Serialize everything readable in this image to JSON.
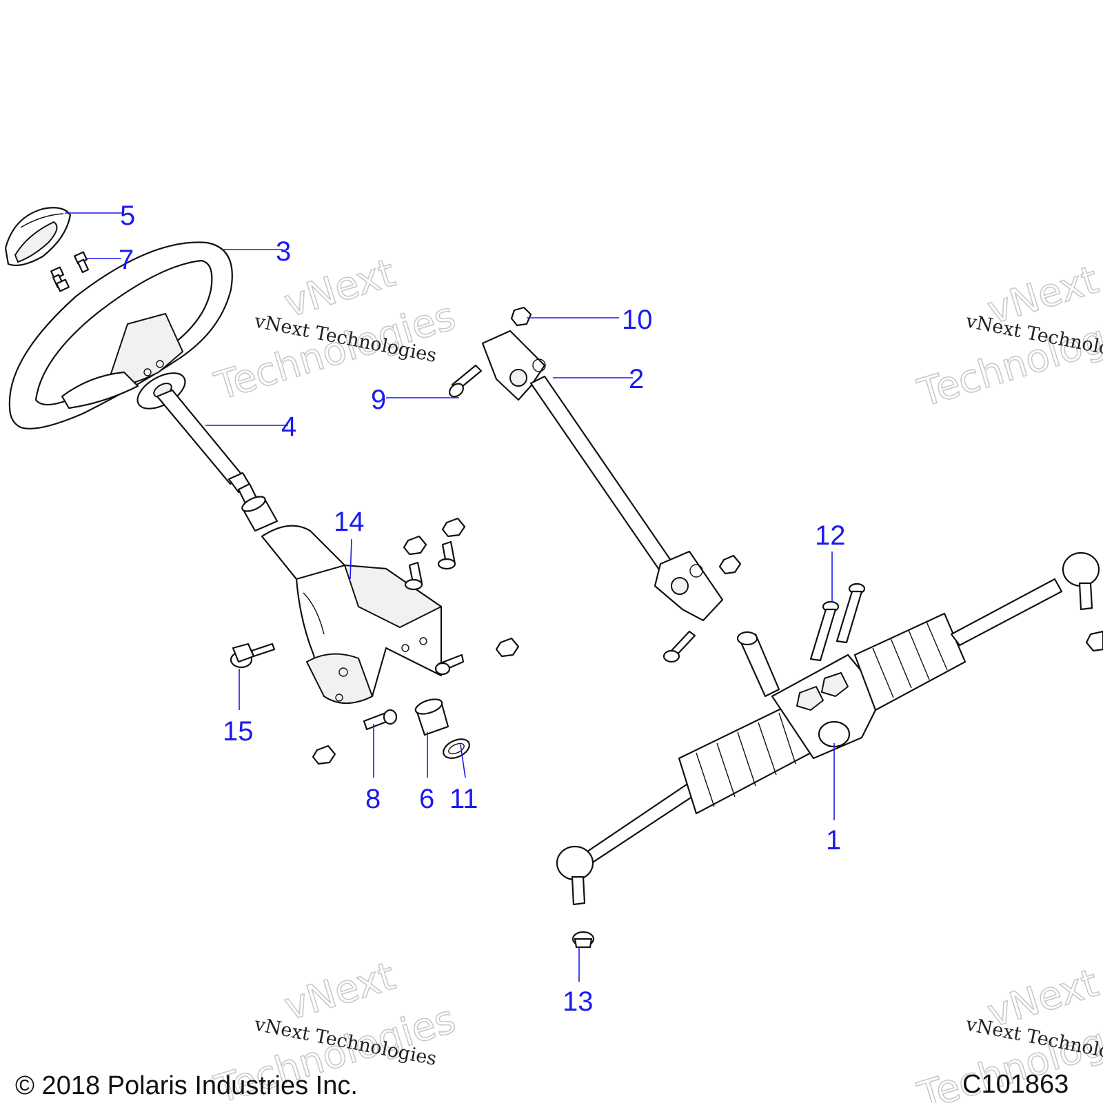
{
  "callouts": [
    {
      "id": "1",
      "label": "1"
    },
    {
      "id": "2",
      "label": "2"
    },
    {
      "id": "3",
      "label": "3"
    },
    {
      "id": "4",
      "label": "4"
    },
    {
      "id": "5",
      "label": "5"
    },
    {
      "id": "6",
      "label": "6"
    },
    {
      "id": "7",
      "label": "7"
    },
    {
      "id": "8",
      "label": "8"
    },
    {
      "id": "9",
      "label": "9"
    },
    {
      "id": "10",
      "label": "10"
    },
    {
      "id": "11",
      "label": "11"
    },
    {
      "id": "12",
      "label": "12"
    },
    {
      "id": "13",
      "label": "13"
    },
    {
      "id": "14",
      "label": "14"
    },
    {
      "id": "15",
      "label": "15"
    }
  ],
  "watermark": {
    "line_brand": "vNext",
    "line_company": "Technologies",
    "line_full": "vNext Technologies"
  },
  "footer": {
    "copyright": "© 2018 Polaris Industries Inc.",
    "figure_id": "C101863"
  },
  "colors": {
    "callout": "#1a1aee",
    "line_art": "#111111",
    "background": "#ffffff"
  }
}
